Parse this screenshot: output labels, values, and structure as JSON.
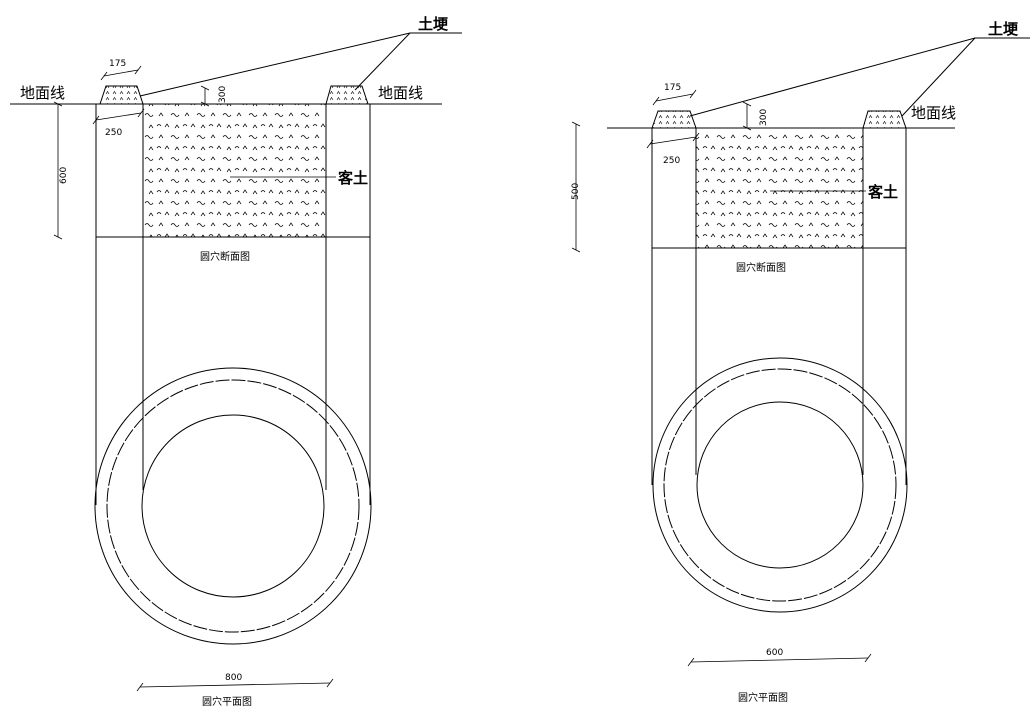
{
  "left": {
    "label_mound": "土埂",
    "label_ground_left": "地面线",
    "label_ground_right": "地面线",
    "label_soil": "客土",
    "dim_top": "175",
    "dim_base": "250",
    "dim_height": "300",
    "dim_depth": "600",
    "dim_diameter": "800",
    "caption_section": "圆穴断面图",
    "caption_plan": "圆穴平面图"
  },
  "right": {
    "label_mound": "土埂",
    "label_ground_right": "地面线",
    "label_soil": "客土",
    "dim_top": "175",
    "dim_base": "250",
    "dim_height": "300",
    "dim_depth": "500",
    "dim_diameter": "600",
    "caption_section": "圆穴断面图",
    "caption_plan": "圆穴平面图"
  }
}
